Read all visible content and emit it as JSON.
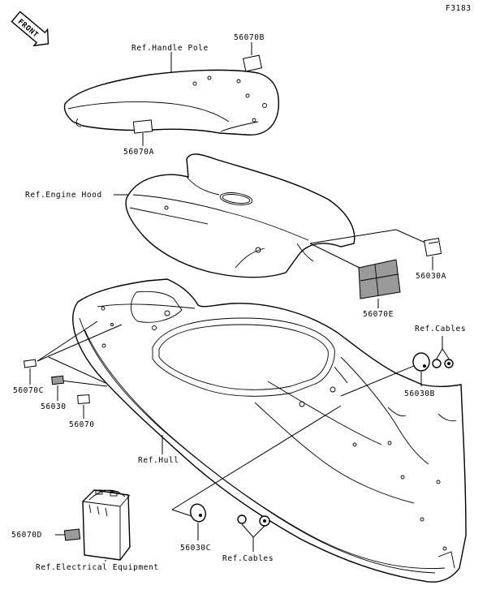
{
  "figure_code": "F3183",
  "front_badge": "FRONT",
  "labels": {
    "ref_handle_pole": "Ref.Handle Pole",
    "p56070b": "56070B",
    "p56070a": "56070A",
    "ref_engine_hood": "Ref.Engine Hood",
    "p56030a": "56030A",
    "p56070e": "56070E",
    "ref_cables_top": "Ref.Cables",
    "p56070c": "56070C",
    "p56030b": "56030B",
    "p56030": "56030",
    "p56070": "56070",
    "ref_hull": "Ref.Hull",
    "p56070d": "56070D",
    "p56030c": "56030C",
    "ref_cables_bottom": "Ref.Cables",
    "ref_electrical_equipment": "Ref.Electrical Equipment"
  },
  "colors": {
    "ink": "#000000",
    "paper": "#ffffff",
    "shade": "#9a9a9a"
  }
}
